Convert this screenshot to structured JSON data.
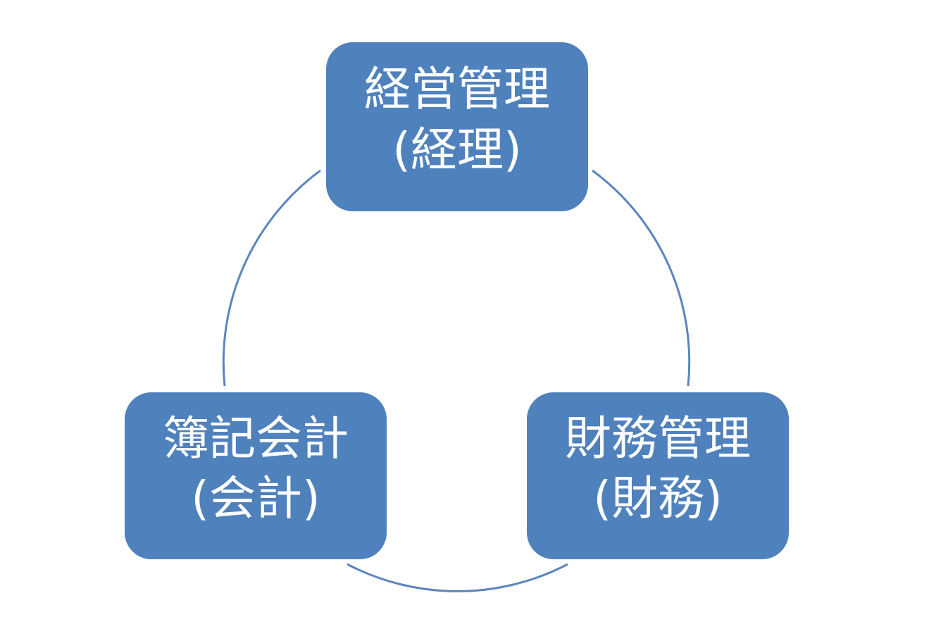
{
  "diagram": {
    "type": "cycle",
    "colors": {
      "node_fill": "#4f81bd",
      "node_text": "#ffffff",
      "connector": "#5b85c0",
      "background": "#ffffff"
    },
    "nodes": [
      {
        "id": "management",
        "line1": "経営管理",
        "line2": "(経理)"
      },
      {
        "id": "finance",
        "line1": "財務管理",
        "line2": "(財務)"
      },
      {
        "id": "accounting",
        "line1": "簿記会計",
        "line2": "(会計)"
      }
    ]
  }
}
